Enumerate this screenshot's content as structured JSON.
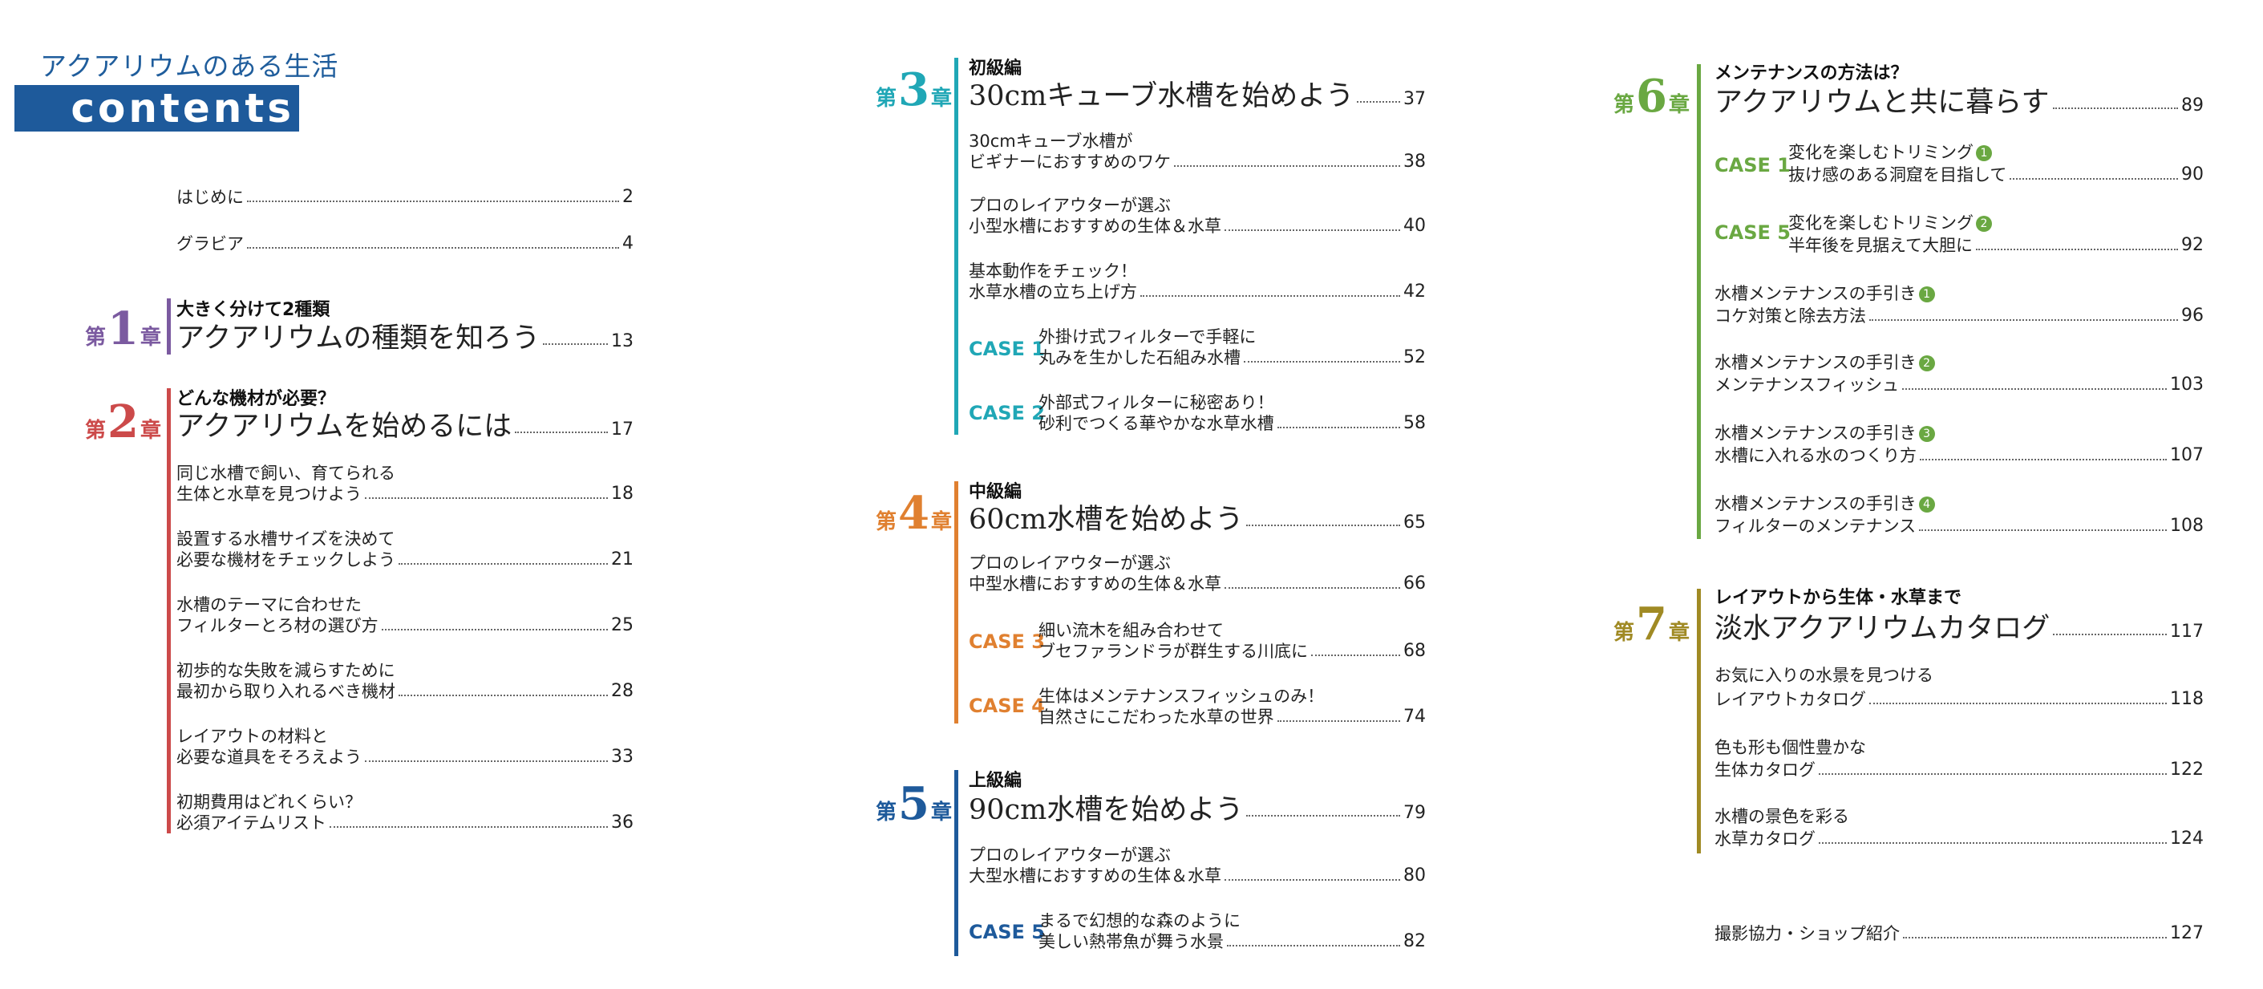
{
  "header": {
    "brand_katakana": "アクアリウム",
    "brand_rest": "のある生活",
    "contents_label": "contents"
  },
  "colors": {
    "ch1": "#7b5aa0",
    "ch2": "#cc4a4a",
    "ch3": "#20a7b6",
    "ch4": "#e08030",
    "ch5": "#1e5a9b",
    "ch6": "#6aa842",
    "ch7": "#a08a24"
  },
  "intro": [
    {
      "text": "はじめに",
      "page": "2"
    },
    {
      "text": "グラビア",
      "page": "4"
    }
  ],
  "ch1": {
    "dai": "第",
    "num": "1",
    "sho": "章",
    "cat": "大きく分けて2種類",
    "title": "アクアリウムの種類を知ろう",
    "page": "13"
  },
  "ch2": {
    "dai": "第",
    "num": "2",
    "sho": "章",
    "cat": "どんな機材が必要？",
    "title": "アクアリウムを始めるには",
    "page": "17",
    "items": [
      {
        "l1": "同じ水槽で飼い、育てられる",
        "l2": "生体と水草を見つけよう",
        "page": "18"
      },
      {
        "l1": "設置する水槽サイズを決めて",
        "l2": "必要な機材をチェックしよう",
        "page": "21"
      },
      {
        "l1": "水槽のテーマに合わせた",
        "l2": "フィルターとろ材の選び方",
        "page": "25"
      },
      {
        "l1": "初歩的な失敗を減らすために",
        "l2": "最初から取り入れるべき機材",
        "page": "28"
      },
      {
        "l1": "レイアウトの材料と",
        "l2": "必要な道具をそろえよう",
        "page": "33"
      },
      {
        "l1": "初期費用はどれくらい？",
        "l2": "必須アイテムリスト",
        "page": "36"
      }
    ]
  },
  "ch3": {
    "dai": "第",
    "num": "3",
    "sho": "章",
    "cat": "初級編",
    "title": "30cmキューブ水槽を始めよう",
    "page": "37",
    "items": [
      {
        "l1": "30cmキューブ水槽が",
        "l2": "ビギナーにおすすめのワケ",
        "page": "38"
      },
      {
        "l1": "プロのレイアウターが選ぶ",
        "l2": "小型水槽におすすめの生体＆水草",
        "page": "40"
      },
      {
        "l1": "基本動作をチェック！",
        "l2": "水草水槽の立ち上げ方",
        "page": "42"
      },
      {
        "case": "CASE 1",
        "l1": "外掛け式フィルターで手軽に",
        "l2": "丸みを生かした石組み水槽",
        "page": "52"
      },
      {
        "case": "CASE 2",
        "l1": "外部式フィルターに秘密あり！",
        "l2": "砂利でつくる華やかな水草水槽",
        "page": "58"
      }
    ]
  },
  "ch4": {
    "dai": "第",
    "num": "4",
    "sho": "章",
    "cat": "中級編",
    "title": "60cm水槽を始めよう",
    "page": "65",
    "items": [
      {
        "l1": "プロのレイアウターが選ぶ",
        "l2": "中型水槽におすすめの生体＆水草",
        "page": "66"
      },
      {
        "case": "CASE 3",
        "l1": "細い流木を組み合わせて",
        "l2": "ブセファランドラが群生する川底に",
        "page": "68"
      },
      {
        "case": "CASE 4",
        "l1": "生体はメンテナンスフィッシュのみ！",
        "l2": "自然さにこだわった水草の世界",
        "page": "74"
      }
    ]
  },
  "ch5": {
    "dai": "第",
    "num": "5",
    "sho": "章",
    "cat": "上級編",
    "title": "90cm水槽を始めよう",
    "page": "79",
    "items": [
      {
        "l1": "プロのレイアウターが選ぶ",
        "l2": "大型水槽におすすめの生体＆水草",
        "page": "80"
      },
      {
        "case": "CASE 5",
        "l1": "まるで幻想的な森のように",
        "l2": "美しい熱帯魚が舞う水景",
        "page": "82"
      }
    ]
  },
  "ch6": {
    "dai": "第",
    "num": "6",
    "sho": "章",
    "cat": "メンテナンスの方法は？",
    "title": "アクアリウムと共に暮らす",
    "page": "89",
    "items": [
      {
        "case": "CASE 1",
        "l1": "変化を楽しむトリミング",
        "mark": "1",
        "l2": "抜け感のある洞窟を目指して",
        "page": "90"
      },
      {
        "case": "CASE 5",
        "l1": "変化を楽しむトリミング",
        "mark": "2",
        "l2": "半年後を見据えて大胆に",
        "page": "92"
      },
      {
        "l1": "水槽メンテナンスの手引き",
        "mark": "1",
        "l2": "コケ対策と除去方法",
        "page": "96"
      },
      {
        "l1": "水槽メンテナンスの手引き",
        "mark": "2",
        "l2": "メンテナンスフィッシュ",
        "page": "103"
      },
      {
        "l1": "水槽メンテナンスの手引き",
        "mark": "3",
        "l2": "水槽に入れる水のつくり方",
        "page": "107"
      },
      {
        "l1": "水槽メンテナンスの手引き",
        "mark": "4",
        "l2": "フィルターのメンテナンス",
        "page": "108"
      }
    ]
  },
  "ch7": {
    "dai": "第",
    "num": "7",
    "sho": "章",
    "cat": "レイアウトから生体・水草まで",
    "title": "淡水アクアリウムカタログ",
    "page": "117",
    "items": [
      {
        "l1": "お気に入りの水景を見つける",
        "l2": "レイアウトカタログ",
        "page": "118"
      },
      {
        "l1": "色も形も個性豊かな",
        "l2": "生体カタログ",
        "page": "122"
      },
      {
        "l1": "水槽の景色を彩る",
        "l2": "水草カタログ",
        "page": "124"
      }
    ]
  },
  "outro": {
    "text": "撮影協力・ショップ紹介",
    "page": "127"
  }
}
